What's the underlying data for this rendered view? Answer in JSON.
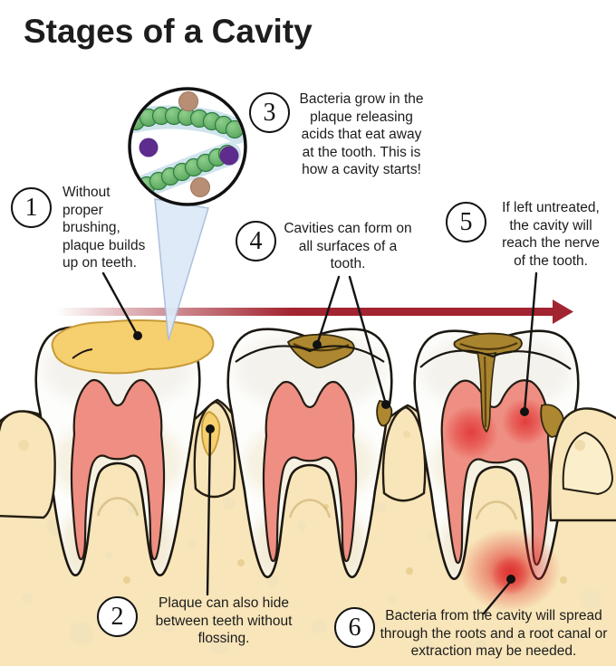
{
  "title": "Stages of a Cavity",
  "stages": [
    {
      "number": "1",
      "text": "Without\nproper\nbrushing,\nplaque builds\nup on teeth."
    },
    {
      "number": "2",
      "text": "Plaque can also hide\nbetween teeth without\nflossing."
    },
    {
      "number": "3",
      "text": "Bacteria grow in the\nplaque releasing\nacids that eat away\nat the tooth. This is\nhow a cavity starts!"
    },
    {
      "number": "4",
      "text": "Cavities can form on\nall surfaces of a\ntooth."
    },
    {
      "number": "5",
      "text": "If left untreated,\nthe cavity will\nreach the nerve\nof the tooth."
    },
    {
      "number": "6",
      "text": "Bacteria from the cavity will spread\nthrough the roots and a root canal or\nextraction may be needed."
    }
  ],
  "illustration": {
    "teeth_count": 3,
    "elements": [
      "bacteria-magnified-view",
      "magnifier-beam",
      "progression-arrow",
      "plaque-layer",
      "interdental-plaque",
      "enamel-cavities",
      "pulp-inflammation",
      "root-infection",
      "jaw-bone"
    ]
  },
  "colors": {
    "arrow_red": "#a22430",
    "bone_tan": "#f8e5b9",
    "plaque_yellow": "#f6cf6e",
    "cavity_brown": "#ad8830",
    "pulp_pink": "#ef8e82",
    "infection_red": "#e03030",
    "bacteria_green": "#57a65c",
    "bacteria_purple": "#5d2c8c",
    "bacteria_tan": "#b88e74",
    "beam_blue": "#dde9f7",
    "outline": "#1b1710"
  }
}
